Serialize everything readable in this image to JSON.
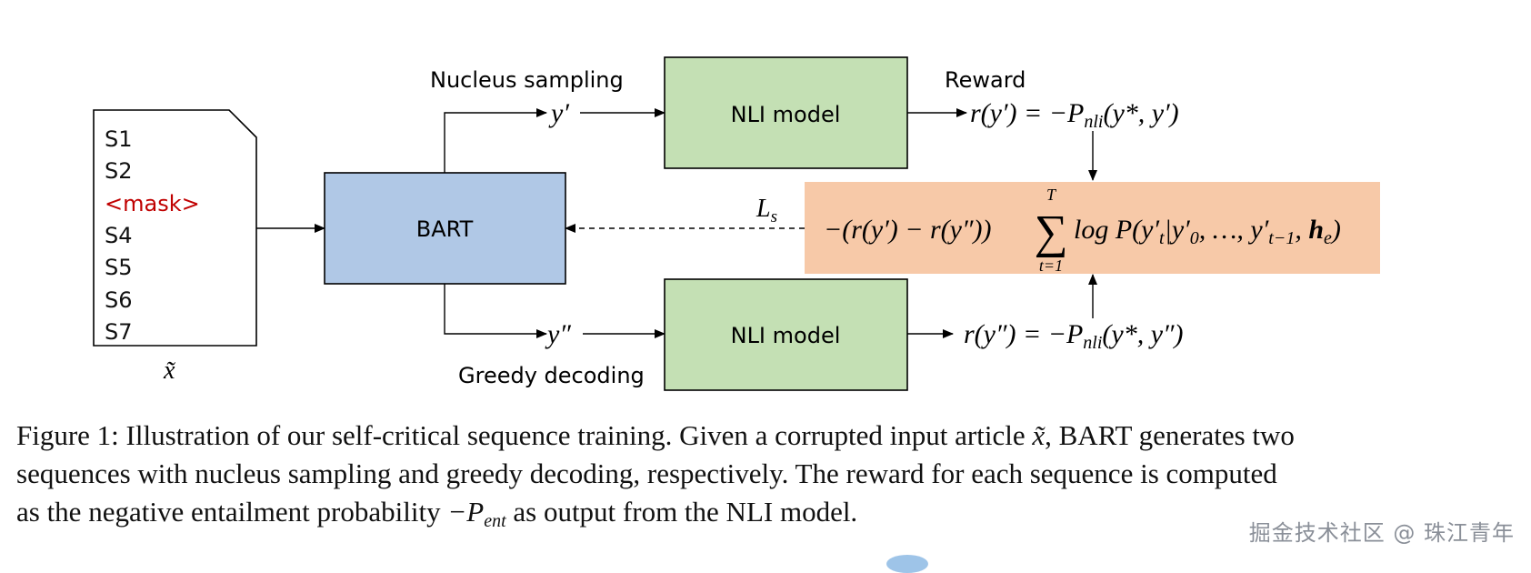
{
  "document": {
    "input_lines": [
      "S1",
      "S2",
      "<mask>",
      "S4",
      "S5",
      "S6",
      "S7"
    ],
    "input_symbol": "x̃",
    "bart_label": "BART",
    "nli_top_label": "NLI model",
    "nli_bottom_label": "NLI model",
    "nucleus_label": "Nucleus sampling",
    "greedy_label": "Greedy decoding",
    "reward_label": "Reward",
    "y_prime": "y′",
    "y_double_prime": "y″",
    "reward_top_formula": "r(y′) = −P",
    "reward_top_sub": "nli",
    "reward_top_tail": "(y*, y′)",
    "reward_bottom_formula": "r(y″) = −P",
    "reward_bottom_sub": "nli",
    "reward_bottom_tail": "(y*, y″)",
    "loss_label": "L",
    "loss_sub": "s",
    "loss_formula_left": "−(r(y′) − r(y″))",
    "sum_symbol": "∑",
    "sum_upper": "T",
    "sum_lower": "t=1",
    "loss_formula_right_a": "log P(y′",
    "loss_formula_right_sub": "t",
    "loss_formula_right_b": "|y′",
    "loss_formula_right_sub0": "0",
    "loss_formula_right_c": ", …, y′",
    "loss_formula_right_subt1": "t−1",
    "loss_formula_right_d": ", ",
    "loss_formula_right_h": "h",
    "loss_formula_right_subh": "e",
    "loss_formula_right_e": ")",
    "caption_line1_a": "Figure 1: Illustration of our self-critical sequence training. Given a corrupted input article ",
    "caption_line1_x": "x̃",
    "caption_line1_b": ", BART generates two",
    "caption_line2": "sequences with nucleus sampling and greedy decoding, respectively.  The reward for each sequence is computed",
    "caption_line3_a": "as the negative entailment probability ",
    "caption_line3_p": "−P",
    "caption_line3_sub": "ent",
    "caption_line3_b": " as output from the NLI model.",
    "watermark": "掘金技术社区 @ 珠江青年"
  },
  "colors": {
    "bart_fill": "#b0c8e6",
    "nli_fill": "#c4e0b4",
    "loss_fill": "#f7c9a8",
    "mask_text": "#c00000",
    "line": "#000000"
  }
}
